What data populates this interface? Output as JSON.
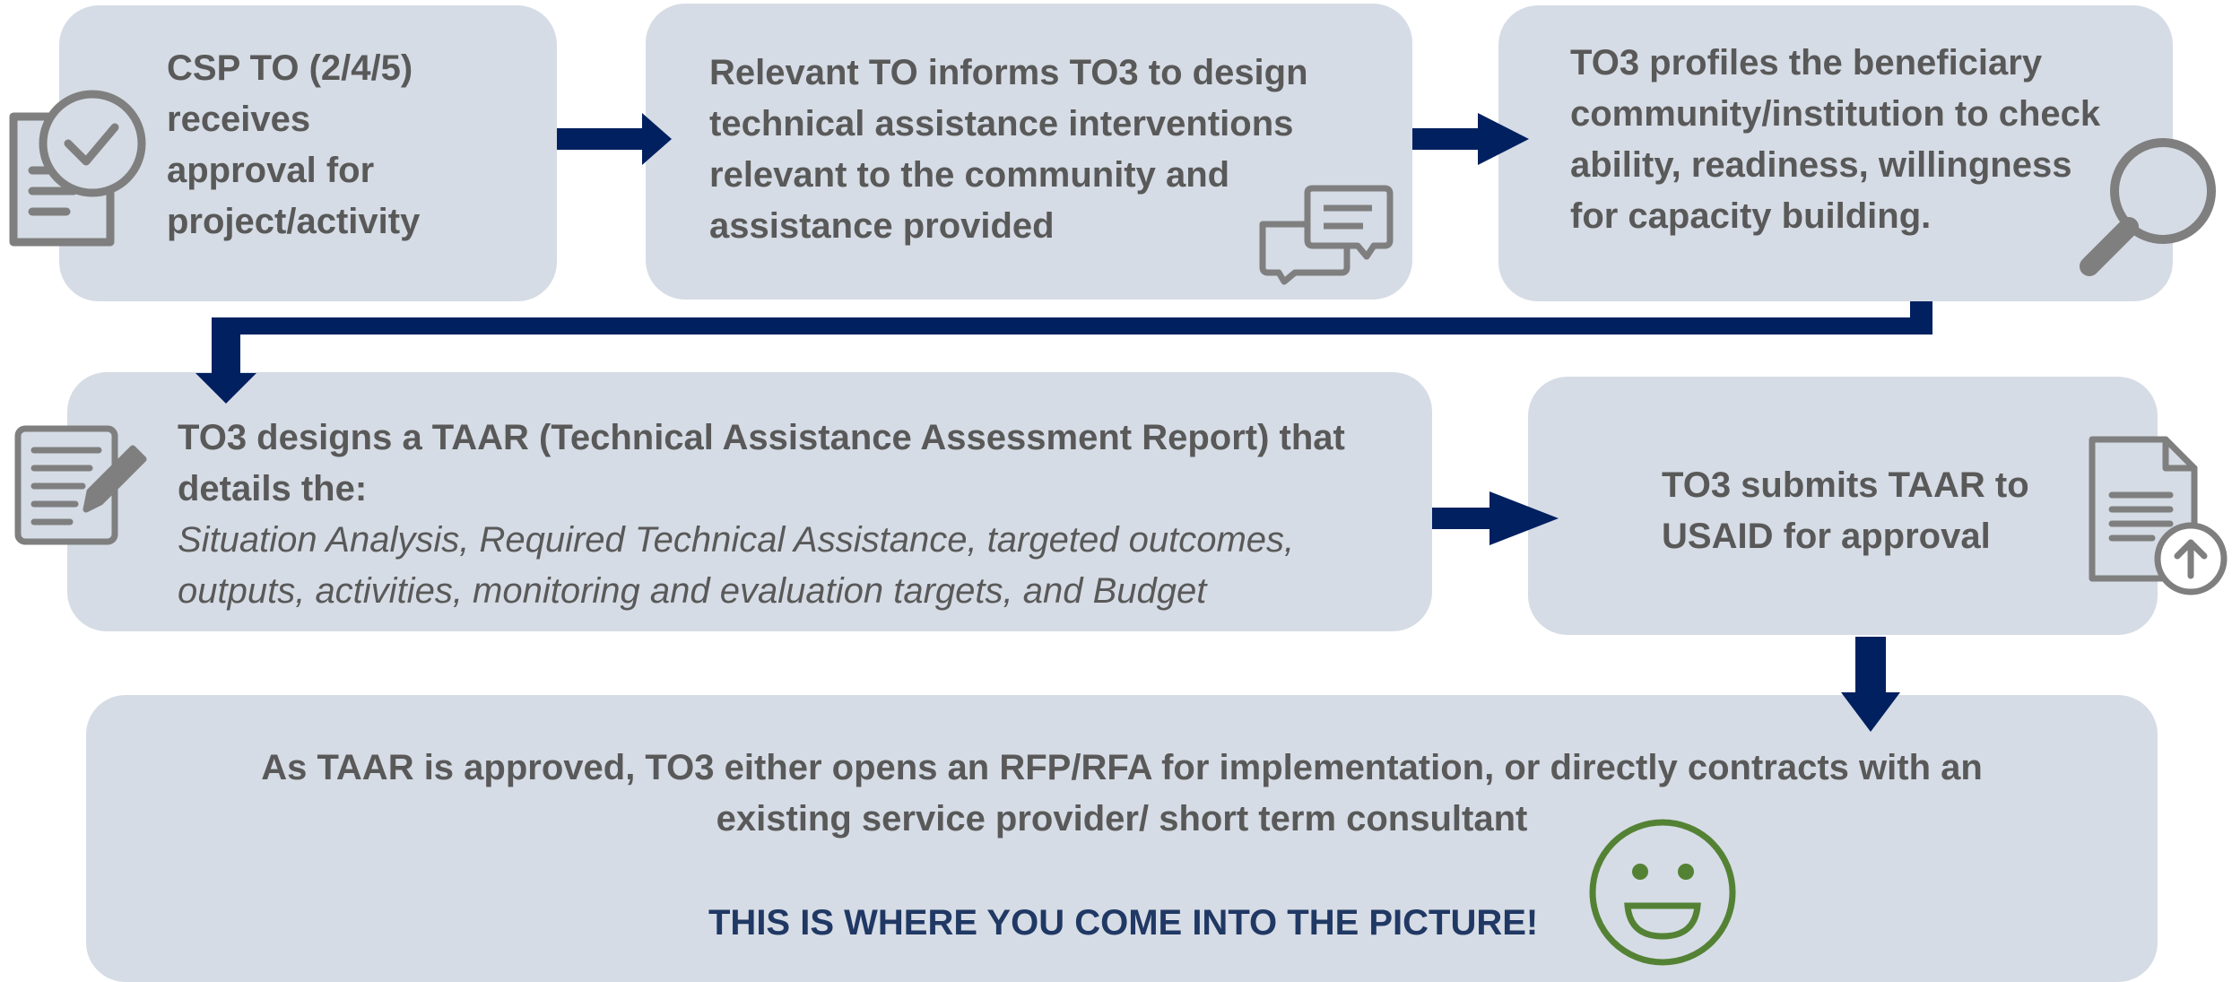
{
  "steps": {
    "step1": {
      "lines": [
        "CSP TO (2/4/5)",
        "receives",
        "approval for",
        "project/activity"
      ]
    },
    "step2": {
      "lines": [
        "Relevant TO informs TO3 to design",
        "technical assistance interventions",
        "relevant to the community and",
        "assistance provided"
      ]
    },
    "step3": {
      "lines": [
        "TO3 profiles the beneficiary",
        "community/institution to check",
        "ability, readiness, willingness",
        "for capacity building."
      ]
    },
    "step4": {
      "lines": [
        "TO3 designs a TAAR (Technical Assistance Assessment Report) that",
        "details the:"
      ],
      "detail_lines": [
        "Situation Analysis, Required Technical Assistance, targeted outcomes,",
        "outputs, activities, monitoring and evaluation targets, and Budget"
      ]
    },
    "step5": {
      "lines": [
        "TO3 submits TAAR to",
        "USAID for approval"
      ]
    },
    "step6": {
      "lines": [
        "As TAAR is approved, TO3 either opens an RFP/RFA for implementation, or directly contracts with an",
        "existing service provider/ short term consultant"
      ],
      "callout": "THIS IS WHERE YOU COME INTO THE PICTURE!"
    }
  },
  "icons": [
    "checked-document-icon",
    "chat-bubbles-icon",
    "magnifier-icon",
    "edit-document-icon",
    "upload-document-icon",
    "smiley-icon"
  ],
  "colors": {
    "box_fill": "#d6dce5",
    "arrow": "#002060",
    "text": "#595959",
    "icon": "#7f7f7f",
    "callout": "#203864",
    "smiley": "#548235"
  }
}
